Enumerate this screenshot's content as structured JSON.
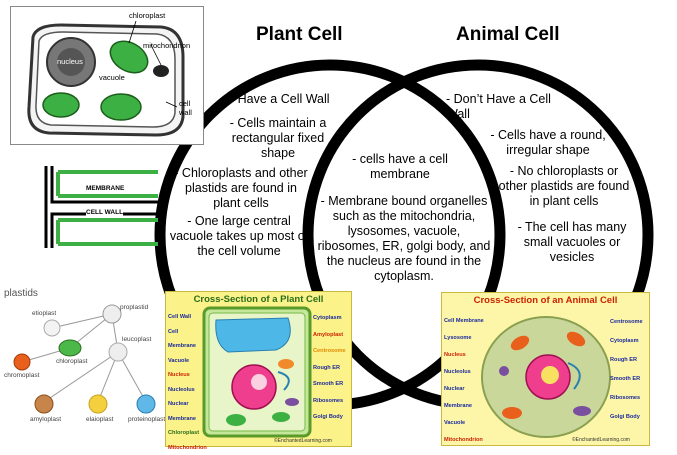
{
  "titles": {
    "plant": "Plant Cell",
    "animal": "Animal Cell"
  },
  "plant_only": {
    "p1": "-      Have a Cell Wall",
    "p2": "-      Cells maintain a rectangular fixed shape",
    "p3": "-      Chloroplasts and other plastids are found in plant cells",
    "p4": "-      One large central vacuole takes up most of the cell volume"
  },
  "shared": {
    "s1": "-      cells have a cell membrane",
    "s2": "-      Membrane bound organelles such as the mitochondria, lysosomes, vacuole, ribosomes, ER, golgi body, and the nucleus are found in the cytoplasm."
  },
  "animal_only": {
    "a1": "-      Don’t Have a Cell Wall",
    "a2": "-      Cells have a round, irregular shape",
    "a3": "-      No chloroplasts or other plastids are found in plant cells",
    "a4": "-      The cell has many small vacuoles or vesicles"
  },
  "top_left_diagram": {
    "chloroplast": "chloroplast",
    "mitochondrion": "mitochondrion",
    "nucleus": "nucleus",
    "vacuole": "vacuole",
    "cell_wall": "cell wall"
  },
  "wall_diagram": {
    "membrane": "MEMBRANE",
    "cell_wall": "CELL WALL"
  },
  "plastids": {
    "heading": "plastids",
    "proplastid": "proplastid",
    "etioplast": "etioplast",
    "leucoplast": "leucoplast",
    "chloroplast": "chloroplast",
    "chromoplast": "chromoplast",
    "amyloplast": "amyloplast",
    "elaioplast": "elaioplast",
    "proteinoplast": "proteinoplast"
  },
  "plant_cross_section": {
    "title": "Cross-Section of a Plant Cell",
    "left_labels": [
      "Cell Wall",
      "Cell Membrane",
      "Vacuole",
      "Nucleus",
      "Nucleolus",
      "Nuclear Membrane",
      "Chloroplast",
      "Mitochondrion"
    ],
    "right_labels": [
      "Cytoplasm",
      "Amyloplast",
      "Centrosome",
      "Rough ER",
      "Smooth ER",
      "Ribosomes",
      "Golgi Body"
    ],
    "credit": "©EnchantedLearning.com"
  },
  "animal_cross_section": {
    "title": "Cross-Section of an Animal Cell",
    "left_labels": [
      "Cell Membrane",
      "Lysosome",
      "Nucleus",
      "Nucleolus",
      "Nuclear Membrane",
      "Vacuole",
      "Mitochondrion"
    ],
    "right_labels": [
      "Centrosome",
      "Cytoplasm",
      "Rough ER",
      "Smooth ER",
      "Ribosomes",
      "Golgi Body"
    ],
    "credit": "©EnchantedLearning.com"
  },
  "colors": {
    "ring": "#000000",
    "green": "#3cb043",
    "plant_bg": "#fbf28a",
    "animal_bg": "#fdf6a8",
    "title_green": "#2a6e1c",
    "title_red": "#cc2200",
    "label_blue": "#1a2a9c"
  }
}
